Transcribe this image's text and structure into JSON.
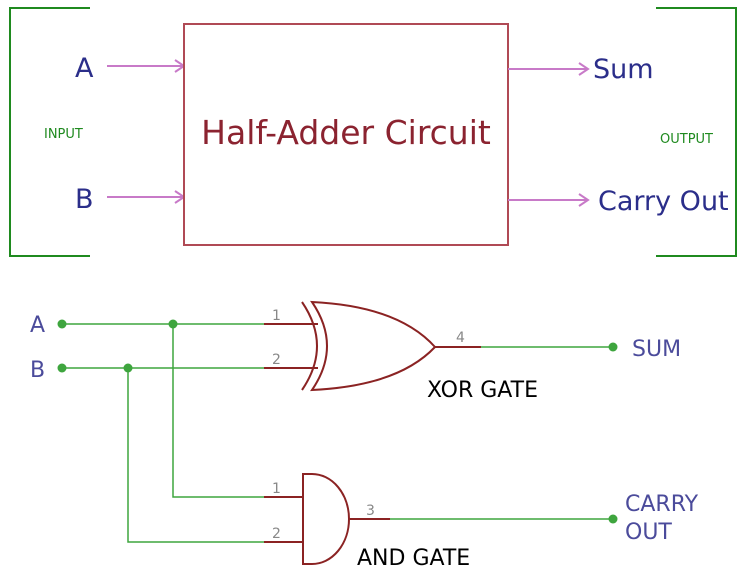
{
  "block_diagram": {
    "title": "Half-Adder Circuit",
    "input_group_label": "INPUT",
    "output_group_label": "OUTPUT",
    "input_a": "A",
    "input_b": "B",
    "output_sum": "Sum",
    "output_carry": "Carry Out"
  },
  "schematic": {
    "input_a": "A",
    "input_b": "B",
    "xor_gate": {
      "label": "XOR GATE",
      "pin_in_1": "1",
      "pin_in_2": "2",
      "pin_out": "4"
    },
    "and_gate": {
      "label": "AND GATE",
      "pin_in_1": "1",
      "pin_in_2": "2",
      "pin_out": "3"
    },
    "output_sum": "SUM",
    "output_carry_line1": "CARRY",
    "output_carry_line2": "OUT"
  },
  "colors": {
    "box_stroke": "#b04a55",
    "title_text": "#8b2330",
    "io_text": "#2b2e8a",
    "bracket": "#1f8a1f",
    "arrow": "#c87ac8",
    "wire": "#3ea53e",
    "gate_stroke": "#8b2323",
    "pin_number": "#888888",
    "gate_label": "#000000",
    "schematic_io": "#4b4b9b"
  }
}
